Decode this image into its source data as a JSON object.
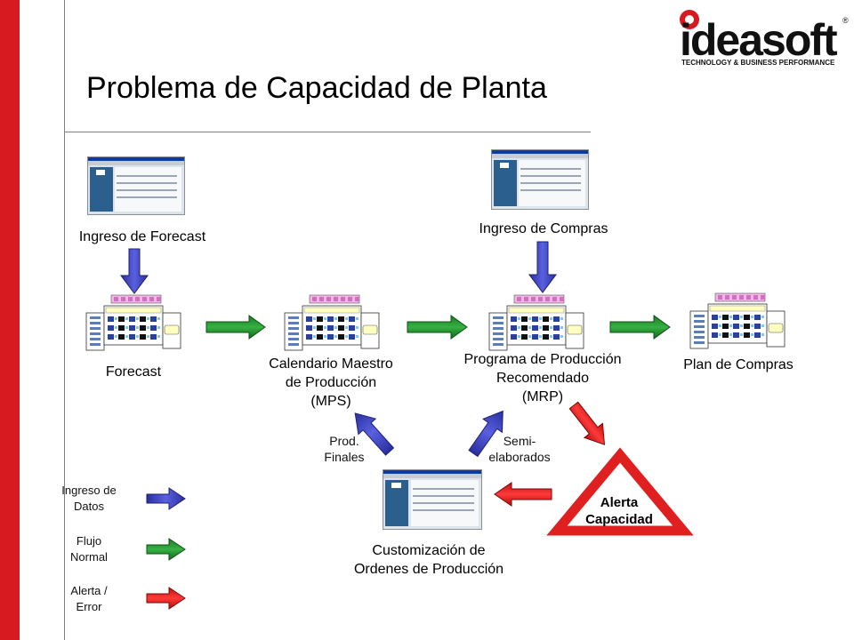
{
  "header": {
    "title": "Problema de Capacidad de Planta",
    "logo_text": "ideasoft",
    "logo_tagline": "TECHNOLOGY & BUSINESS PERFORMANCE"
  },
  "nodes": {
    "ingreso_forecast": "Ingreso de Forecast",
    "ingreso_compras": "Ingreso de Compras",
    "forecast": "Forecast",
    "mps_line1": "Calendario Maestro",
    "mps_line2": "de Producción",
    "mps_line3": "(MPS)",
    "mrp_line1": "Programa de Producción",
    "mrp_line2": "Recomendado",
    "mrp_line3": "(MRP)",
    "plan_compras": "Plan de Compras",
    "custom_line1": "Customización de",
    "custom_line2": "Ordenes de Producción",
    "prod_finales_line1": "Prod.",
    "prod_finales_line2": "Finales",
    "semi_line1": "Semi-",
    "semi_line2": "elaborados"
  },
  "alert": {
    "line1": "Alerta",
    "line2": "Capacidad"
  },
  "legend": {
    "items": [
      {
        "line1": "Ingreso de",
        "line2": "Datos",
        "color": "#3a3fbf"
      },
      {
        "line1": "Flujo",
        "line2": "Normal",
        "color": "#1f8a2a"
      },
      {
        "line1": "Alerta /",
        "line2": "Error",
        "color": "#e02020"
      }
    ]
  },
  "colors": {
    "accent_red": "#d71920",
    "input_arrow": "#3a3fbf",
    "flow_arrow": "#1f8a2a",
    "alert_arrow": "#e02020"
  }
}
